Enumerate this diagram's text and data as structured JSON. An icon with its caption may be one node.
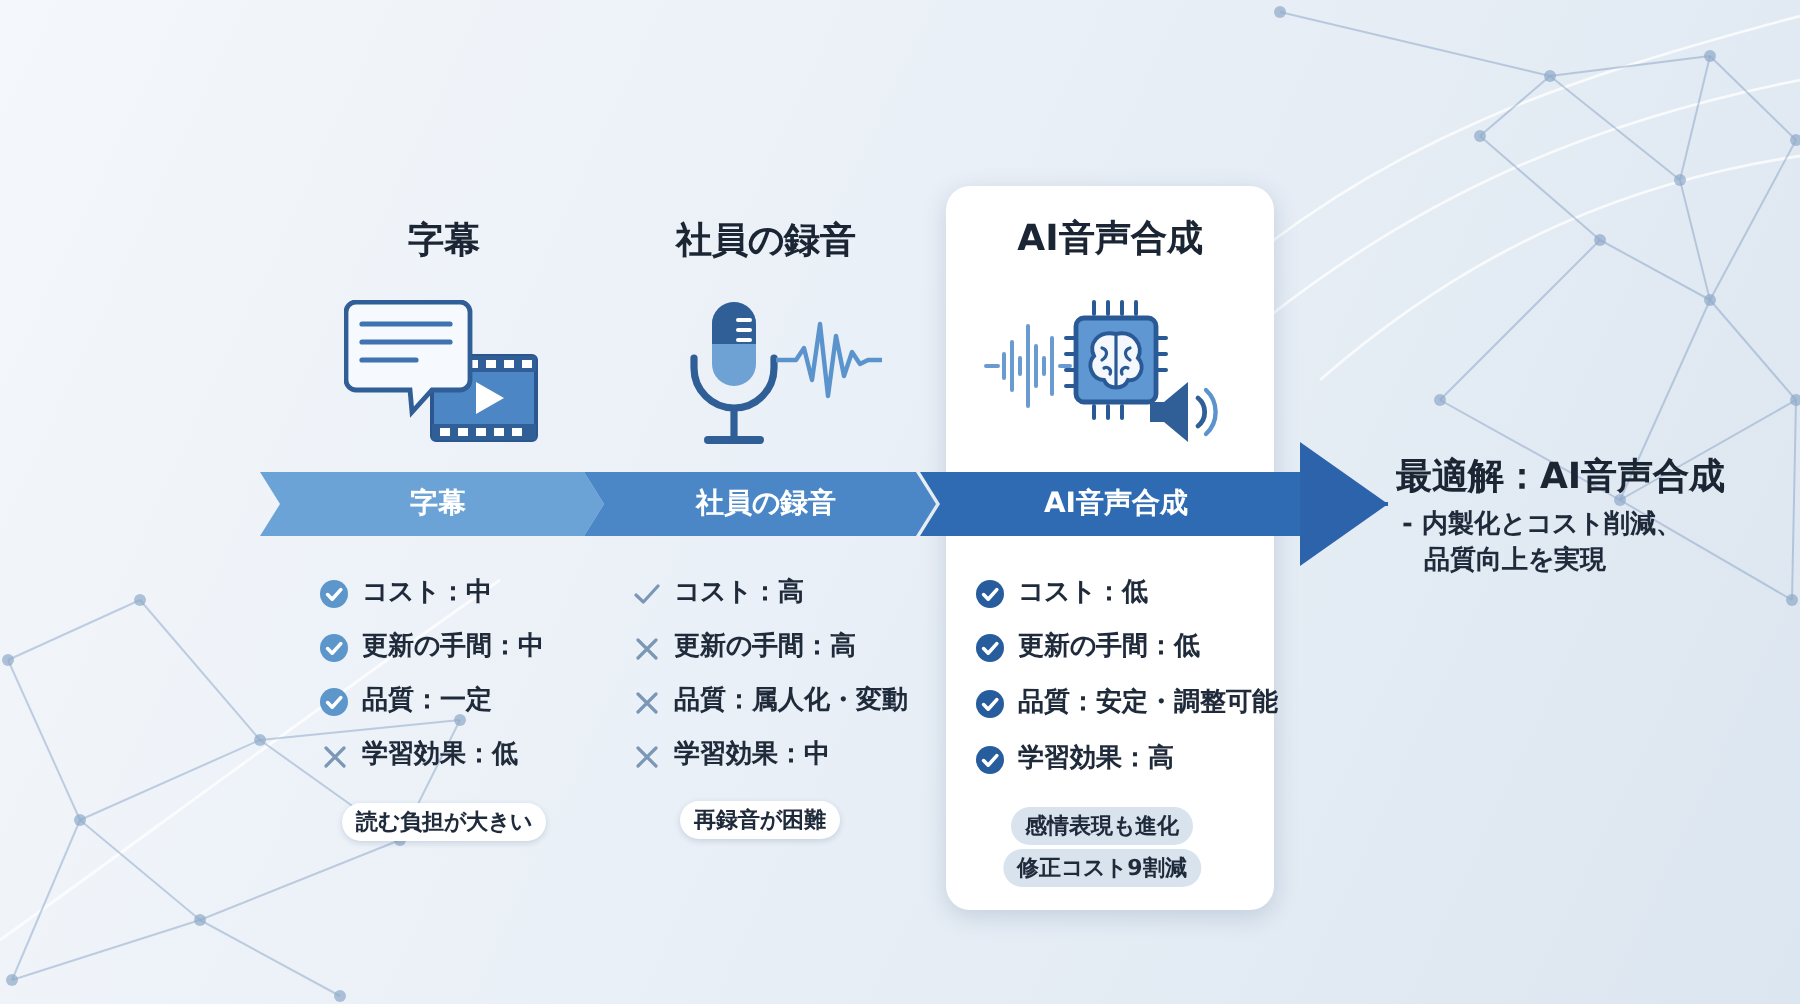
{
  "diagram": {
    "nodes": [
      {
        "text": [
          "字幕"
        ]
      },
      {
        "text": [
          "社員の録音"
        ]
      },
      {
        "text": [
          "AI音声合成"
        ]
      },
      {
        "text": [
          "最適解：AI音声合成",
          "- 内製化とコスト削減、品質向上を実現"
        ]
      },
      {
        "text": [
          "AI音声合成",
          "コスト：低",
          "更新の手間：低",
          "品質：安定・調整可能",
          "学習効果：高"
        ]
      },
      {
        "text": [
          "読む負担が大きい"
        ]
      },
      {
        "text": [
          "再録音が困難"
        ]
      },
      {
        "text": [
          "感情表現も進化"
        ],
        "in": 4
      },
      {
        "text": [
          "修正コスト9割減"
        ],
        "in": 4
      }
    ],
    "edges": [
      {
        "from": 2,
        "to": 3,
        "arrow": "to"
      }
    ],
    "labels": [
      "字幕",
      "社員の録音",
      "コスト：中",
      "更新の手間：中",
      "品質：一定",
      "学習効果：低",
      "コスト：高",
      "更新の手間：高",
      "品質：属人化・変動",
      "学習効果：中"
    ]
  }
}
